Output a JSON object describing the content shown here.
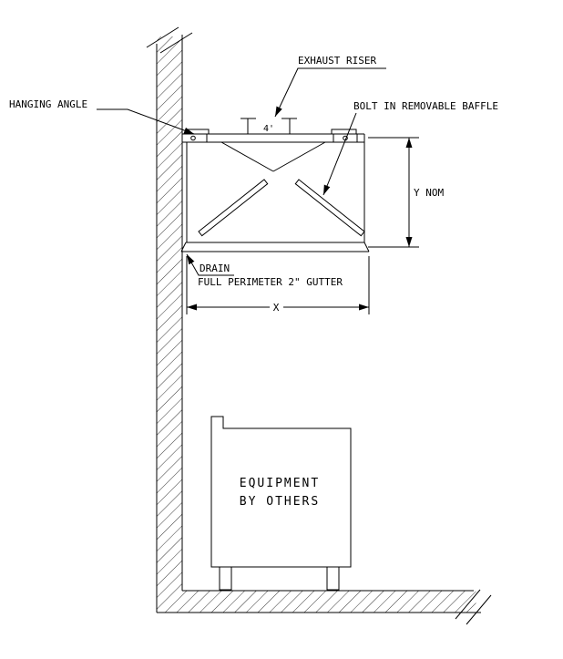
{
  "diagram": {
    "type": "exhaust-hood-installation-section",
    "labels": {
      "exhaust_riser": "EXHAUST RISER",
      "hanging_angle": "HANGING ANGLE",
      "bolt_baffle": "BOLT IN REMOVABLE BAFFLE",
      "drain": "DRAIN",
      "gutter": "FULL PERIMETER 2\" GUTTER",
      "riser_size": "4'",
      "dim_height": "Y NOM",
      "dim_width": "X",
      "equipment_line1": "EQUIPMENT",
      "equipment_line2": "BY OTHERS"
    },
    "colors": {
      "line": "#000000",
      "background": "#ffffff"
    }
  }
}
